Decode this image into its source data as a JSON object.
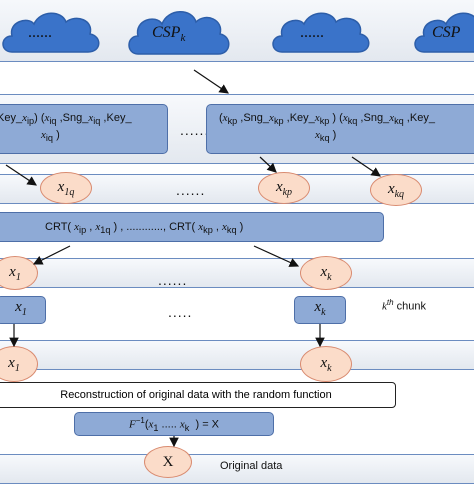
{
  "clouds": [
    "......",
    "CSP_k",
    "......",
    "CSP"
  ],
  "share_boxes": {
    "left": "(Key_x_ip) (x_iq ,Sng_x_iq ,Key_ x_iq )",
    "dots": "......",
    "right": "(x_kp ,Sng_x_kp ,Key_x_kp ) (x_kq ,Sng_x_kq ,Key_ x_kq )"
  },
  "residue_nodes": [
    "x_1q",
    "x_kp",
    "x_kq"
  ],
  "residue_dots": "......",
  "crt_box": "CRT( x_ip , x_1q ) , ............, CRT( x_kp , x_kq )",
  "crt_nodes": [
    "x_1",
    "x_k"
  ],
  "crt_dots": "......",
  "chunk_boxes": [
    "x_1",
    "x_k"
  ],
  "chunk_dots": ".....",
  "chunk_label": "k^th chunk",
  "chunk_nodes": [
    "x_1",
    "x_k"
  ],
  "reconstruction_text": "Reconstruction of original data with the random function",
  "inverse_box": "F^-1(x_1 ..... x_k ) = X",
  "final_node": "X",
  "final_label": "Original data",
  "colors": {
    "box_fill": "#8eaad6",
    "box_border": "#4e6fa8",
    "node_fill": "#fbdcc9",
    "node_border": "#d98b70",
    "cloud_fill": "#3a73c9",
    "band_border": "#6b8cc0"
  }
}
